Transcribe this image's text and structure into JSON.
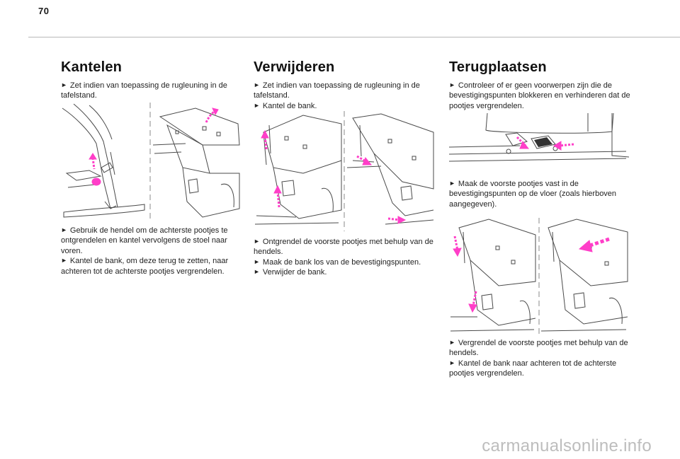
{
  "page": {
    "number": "70",
    "watermark": "carmanualsonline.info"
  },
  "colors": {
    "accent": "#ff3ec8",
    "ink": "#1a1a1a",
    "rule": "#b8b8b8",
    "figure_line": "#4a4a4a"
  },
  "sections": {
    "kantelen": {
      "title": "Kantelen",
      "steps_before": [
        "Zet indien van toepassing de rugleuning in de tafelstand."
      ],
      "steps_after": [
        "Gebruik de hendel om de achterste pootjes te ontgrendelen en kantel vervolgens de stoel naar voren.",
        "Kantel de bank, om deze terug te zetten, naar achteren tot de achterste pootjes vergrendelen."
      ]
    },
    "verwijderen": {
      "title": "Verwijderen",
      "steps_before": [
        "Zet indien van toepassing de rugleuning in de tafelstand.",
        "Kantel de bank."
      ],
      "steps_after": [
        "Ontgrendel de voorste pootjes met behulp van de hendels.",
        "Maak de bank los van de bevestigingspunten.",
        "Verwijder de bank."
      ]
    },
    "terugplaatsen": {
      "title": "Terugplaatsen",
      "steps_before": [
        "Controleer of er geen voorwerpen zijn die de bevestigingspunten blokkeren en verhinderen dat de pootjes vergrendelen."
      ],
      "steps_middle": [
        "Maak de voorste pootjes vast in de bevestigingspunten op de vloer (zoals hierboven aangegeven)."
      ],
      "steps_after": [
        "Vergrendel de voorste pootjes met behulp van de hendels.",
        "Kantel de bank naar achteren tot de achterste pootjes vergrendelen."
      ]
    }
  },
  "bullet_glyph": "►"
}
